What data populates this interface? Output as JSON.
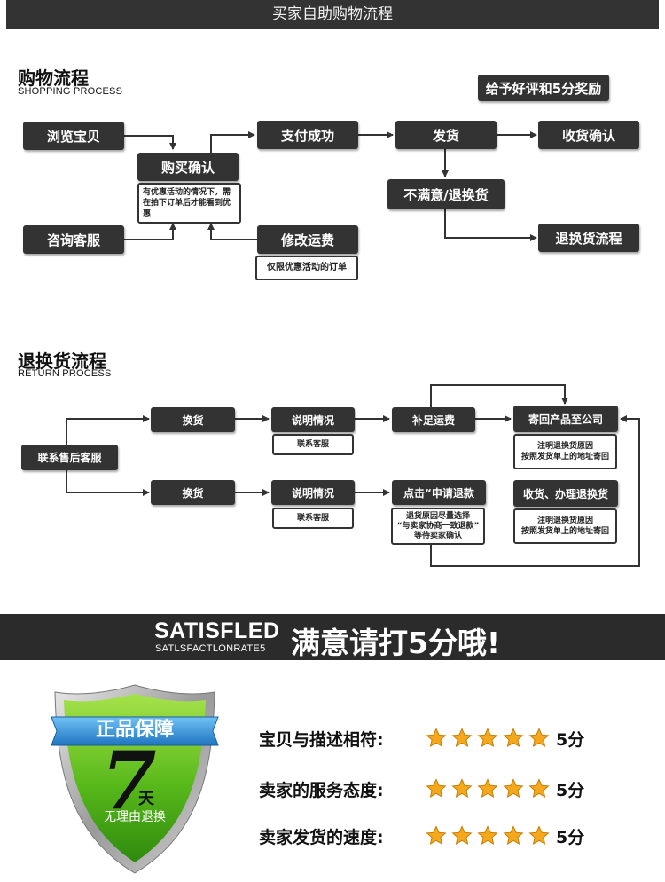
{
  "header": {
    "title": "买家自助购物流程"
  },
  "shopping": {
    "title": "购物流程",
    "subtitle": "SHOPPING PROCESS",
    "reward": "给予好评和5分奖励",
    "browse": "浏览宝贝",
    "consult": "咨询客服",
    "confirm_buy": "购买确认",
    "discount_note": "有优惠活动的情况下，需在拍下订单后才能看到优惠",
    "pay_success": "支付成功",
    "modify_freight": "修改运费",
    "freight_note": "仅限优惠活动的订单",
    "ship": "发货",
    "receive_confirm": "收货确认",
    "unsatisfied": "不满意/退换货",
    "return_flow": "退换货流程"
  },
  "returns": {
    "title": "退换货流程",
    "subtitle": "RETURN PROCESS",
    "contact": "联系售后客服",
    "exchange_top": "换货",
    "explain_top": "说明情况",
    "contact_cs_top": "联系客服",
    "add_freight": "补足运费",
    "send_back": "寄回产品至公司",
    "send_back_note": "注明退换货原因\n按照发货单上的地址寄回",
    "exchange_bottom": "换货",
    "explain_bottom": "说明情况",
    "contact_cs_bottom": "联系客服",
    "apply_refund": "点击“申请退款",
    "refund_note": "退货原因尽量选择\n“与卖家协商一致退款”\n等待卖家确认",
    "receive_handle": "收货、办理退换货",
    "receive_note": "注明退换货原因\n按照发货单上的地址寄回"
  },
  "banner": {
    "en_big": "SATISFLED",
    "en_small": "SATLSFACTLONRATE5",
    "cn": "满意请打5分哦!"
  },
  "badge": {
    "ribbon": "正品保障",
    "number": "7",
    "day": "天",
    "slogan": "无理由退换"
  },
  "ratings": [
    {
      "label": "宝贝与描述相符:",
      "stars": 5,
      "score": "5分"
    },
    {
      "label": "卖家的服务态度:",
      "stars": 5,
      "score": "5分"
    },
    {
      "label": "卖家发货的速度:",
      "stars": 5,
      "score": "5分"
    }
  ],
  "colors": {
    "box": "#333333",
    "banner": "#2b2b2b",
    "star": "#f5a81c",
    "shield_green": "#5bbf1f",
    "ribbon_blue": "#2f8fd6"
  }
}
